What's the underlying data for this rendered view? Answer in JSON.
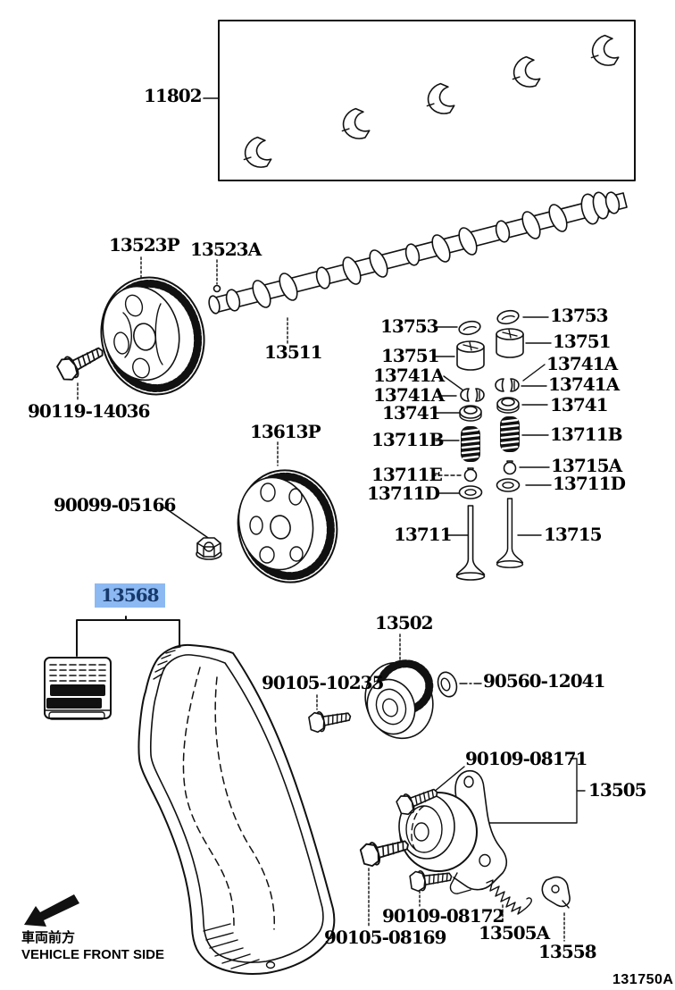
{
  "page": {
    "drawing_code": "131750A",
    "front_note_jp": "車両前方",
    "front_note_en": "VEHICLE FRONT SIDE"
  },
  "highlight": {
    "part": "13568",
    "bg": "#8db9f2",
    "fg": "#16386b"
  },
  "parts": {
    "11802": "11802",
    "13523P": "13523P",
    "13523A": "13523A",
    "13511": "13511",
    "90119-14036": "90119-14036",
    "13613P": "13613P",
    "90099-05166": "90099-05166",
    "13568": "13568",
    "13753": "13753",
    "13751": "13751",
    "13741A": "13741A",
    "13741": "13741",
    "13711B": "13711B",
    "13711E": "13711E",
    "13711D": "13711D",
    "13715A": "13715A",
    "13711": "13711",
    "13715": "13715",
    "13502": "13502",
    "90105-10235": "90105-10235",
    "90560-12041": "90560-12041",
    "90109-08171": "90109-08171",
    "13505": "13505",
    "90109-08172": "90109-08172",
    "90105-08169": "90105-08169",
    "13505A": "13505A",
    "13558": "13558"
  }
}
